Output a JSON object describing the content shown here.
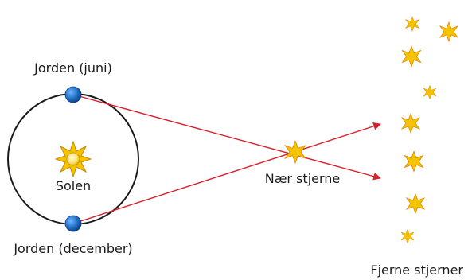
{
  "labels": {
    "earth_june": "Jorden (juni)",
    "earth_december": "Jorden (december)",
    "sun": "Solen",
    "near_star": "Nær stjerne",
    "far_stars": "Fjerne stjerner"
  },
  "colors": {
    "orbit": "#1a1a1a",
    "earth": "#1f6fc4",
    "sight_line": "#d8202a",
    "star_fill": "#f5c400",
    "star_outline": "#e08a00",
    "sun_core": "#fbe26b"
  }
}
